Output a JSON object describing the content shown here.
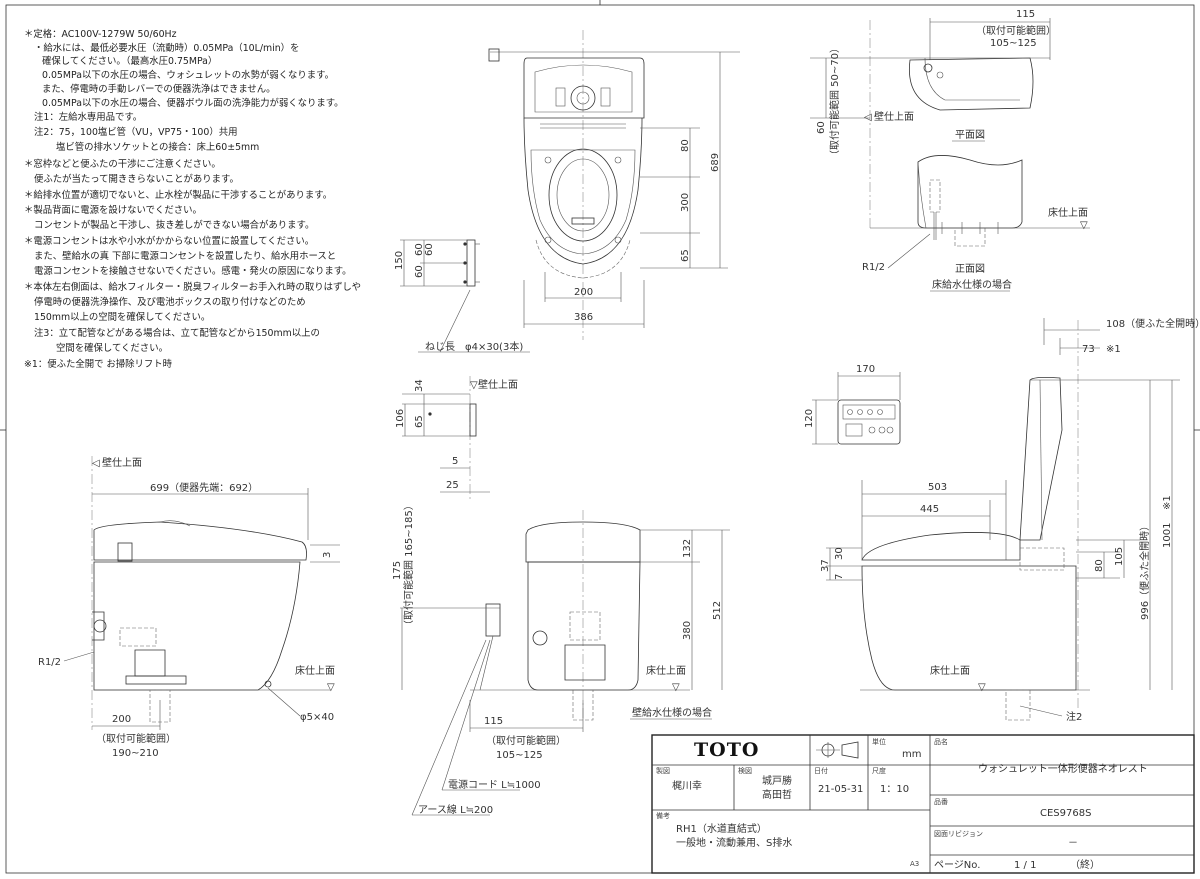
{
  "notes": [
    "＊定格：AC100V-1279W 50/60Hz",
    "・給水には、最低必要水圧（流動時）0.05MPa（10L/min）を",
    "確保してください。（最高水圧0.75MPa）",
    "0.05MPa以下の水圧の場合、ウォシュレットの水勢が弱くなります。",
    "また、停電時の手動レバーでの便器洗浄はできません。",
    "0.05MPa以下の水圧の場合、便器ボウル面の洗浄能力が弱くなります。",
    "注1：左給水専用品です。",
    "注2：75，100塩ビ管（VU，VP75・100）共用",
    "塩ビ管の排水ソケットとの接合：床上60±5mm",
    "＊窓枠などと便ふたの干渉にご注意ください。",
    "便ふたが当たって開ききらないことがあります。",
    "＊給排水位置が適切でないと、止水栓が製品に干渉することがあります。",
    "＊製品背面に電源を設けないでください。",
    "コンセントが製品と干渉し、抜き差しができない場合があります。",
    "＊電源コンセントは水や小水がかからない位置に設置してください。",
    "また、壁給水の真 下部に電源コンセントを設置したり、給水用ホースと",
    "電源コンセントを接触させないでください。感電・発火の原因になります。",
    "＊本体左右側面は、給水フィルター・脱臭フィルターお手入れ時の取りはずしや",
    "停電時の便器洗浄操作、及び電池ボックスの取り付けなどのため",
    "150mm以上の空間を確保してください。",
    "注3：立て配管などがある場合は、立て配管などから150mm以上の",
    "空間を確保してください。",
    "※1：便ふた全開で お掃除リフト時"
  ],
  "top_view": {
    "dims": [
      "80",
      "300",
      "65",
      "689",
      "200",
      "386"
    ]
  },
  "bracket_view": {
    "dims": [
      "150",
      "60",
      "60",
      "60"
    ],
    "screw_label": "ねじ長　φ4×30(3本)"
  },
  "bracket_side": {
    "wall_label": "壁仕上面",
    "dims": [
      "34",
      "106",
      "65",
      "5",
      "25"
    ]
  },
  "plan_view": {
    "dims": [
      "115",
      "105~125"
    ],
    "range_label": "（取付可能範囲）",
    "height_label": "60",
    "height_range": "（取付可能範囲 50~70）",
    "wall_label": "壁仕上面",
    "caption": "平面図"
  },
  "front_small": {
    "floor_label": "床仕上面",
    "r_label": "R1/2",
    "caption": "正面図",
    "caption2": "床給水仕様の場合"
  },
  "side_view": {
    "wall_label": "壁仕上面",
    "overall": "699（便器先端：692）",
    "dim3": "3",
    "r_label": "R1/2",
    "floor_label": "床仕上面",
    "hole_label": "φ5×40",
    "dim200": "200",
    "range_label": "（取付可能範囲）",
    "range_value": "190~210"
  },
  "front_view": {
    "dim175": "175",
    "range_label": "（取付可能範囲 165~185）",
    "dims_right": [
      "132",
      "380",
      "512"
    ],
    "floor_label": "床仕上面",
    "caption": "壁給水仕様の場合",
    "dim115": "115",
    "range_label2": "（取付可能範囲）",
    "range_value2": "105~125",
    "cord_label": "電源コード L≒1000",
    "earth_label": "アース線 L≒200"
  },
  "remote": {
    "dims": [
      "170",
      "120"
    ]
  },
  "open_view": {
    "dims_top": [
      "108（便ふた全開時）",
      "73",
      "※1"
    ],
    "dims_mid": [
      "503",
      "445"
    ],
    "dims_left": [
      "37",
      "30",
      "7"
    ],
    "dims_right": [
      "80",
      "105",
      "996（便ふた全開時）",
      "1001",
      "※1"
    ],
    "floor_label": "床仕上面",
    "note2": "注2"
  },
  "title_block": {
    "brand": "TOTO",
    "unit_label": "単位",
    "unit": "mm",
    "name_label": "品名",
    "name": "ウォシュレット一体形便器ネオレスト",
    "drafter_label": "製図",
    "drafter": "梶川幸",
    "checker_label": "検図",
    "checker": [
      "城戸勝",
      "高田哲"
    ],
    "date_label": "日付",
    "date": "21-05-31",
    "scale_label": "尺度",
    "scale": "1：10",
    "model_label": "品番",
    "model": "CES9768S",
    "remarks_label": "備考",
    "remarks": [
      "RH1（水道直結式）",
      "一般地・流動兼用、S排水"
    ],
    "revision_label": "図面リビジョン",
    "revision": "－",
    "paper": "A3",
    "page_label": "ページNo.",
    "page": "1 / 1",
    "page_suffix": "（終）"
  }
}
